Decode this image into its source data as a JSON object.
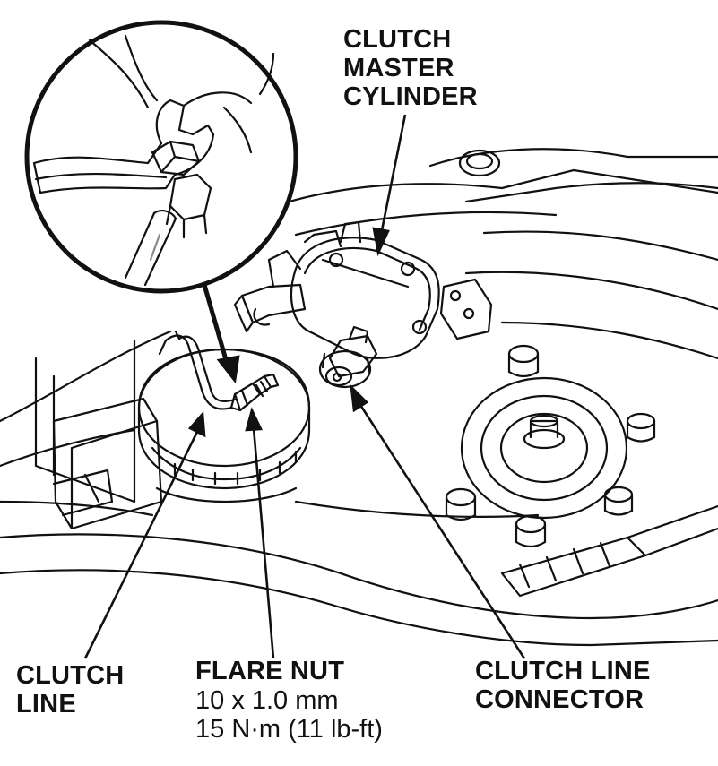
{
  "labels": {
    "master_cylinder": [
      "CLUTCH",
      "MASTER",
      "CYLINDER"
    ],
    "clutch_line": [
      "CLUTCH",
      "LINE"
    ],
    "flare_nut": {
      "title": "FLARE NUT",
      "size": "10 x 1.0 mm",
      "torque": "15 N·m (11 lb-ft)"
    },
    "connector": [
      "CLUTCH LINE",
      "CONNECTOR"
    ]
  },
  "colors": {
    "ink": "#111111",
    "paper": "#ffffff",
    "shade": "#8a8a8a"
  }
}
